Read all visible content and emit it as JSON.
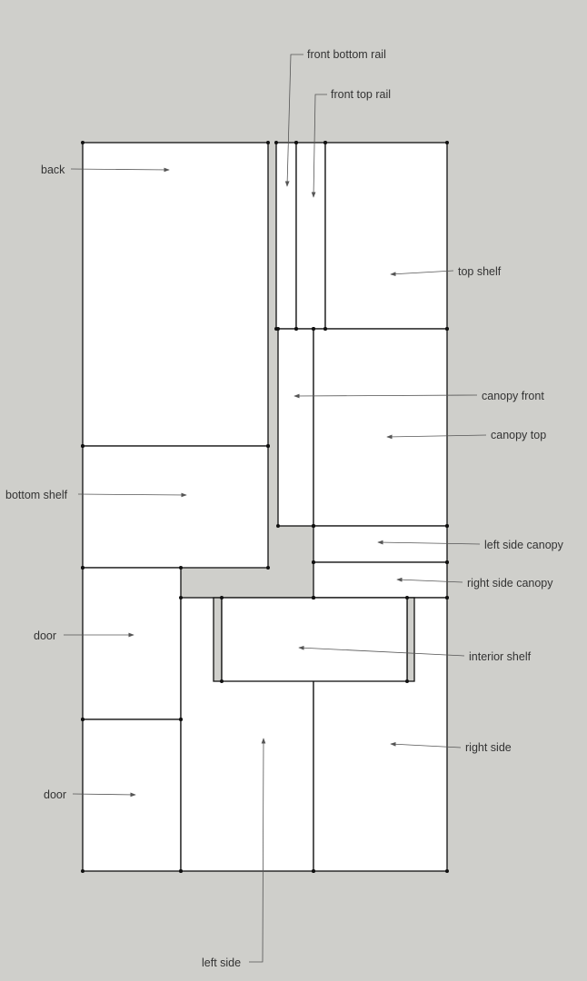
{
  "title": "Cut list layout",
  "labels": {
    "front_bottom_rail": "front bottom rail",
    "front_top_rail": "front top rail",
    "back": "back",
    "top_shelf": "top shelf",
    "canopy_front": "canopy front",
    "canopy_top": "canopy top",
    "bottom_shelf": "bottom shelf",
    "left_side_canopy": "left side canopy",
    "right_side_canopy": "right side canopy",
    "door_upper": "door",
    "interior_shelf": "interior shelf",
    "right_side": "right side",
    "door_lower": "door",
    "left_side": "left side"
  },
  "colors": {
    "background": "#cfcfcb",
    "piece": "#ffffff",
    "line": "#111111"
  }
}
